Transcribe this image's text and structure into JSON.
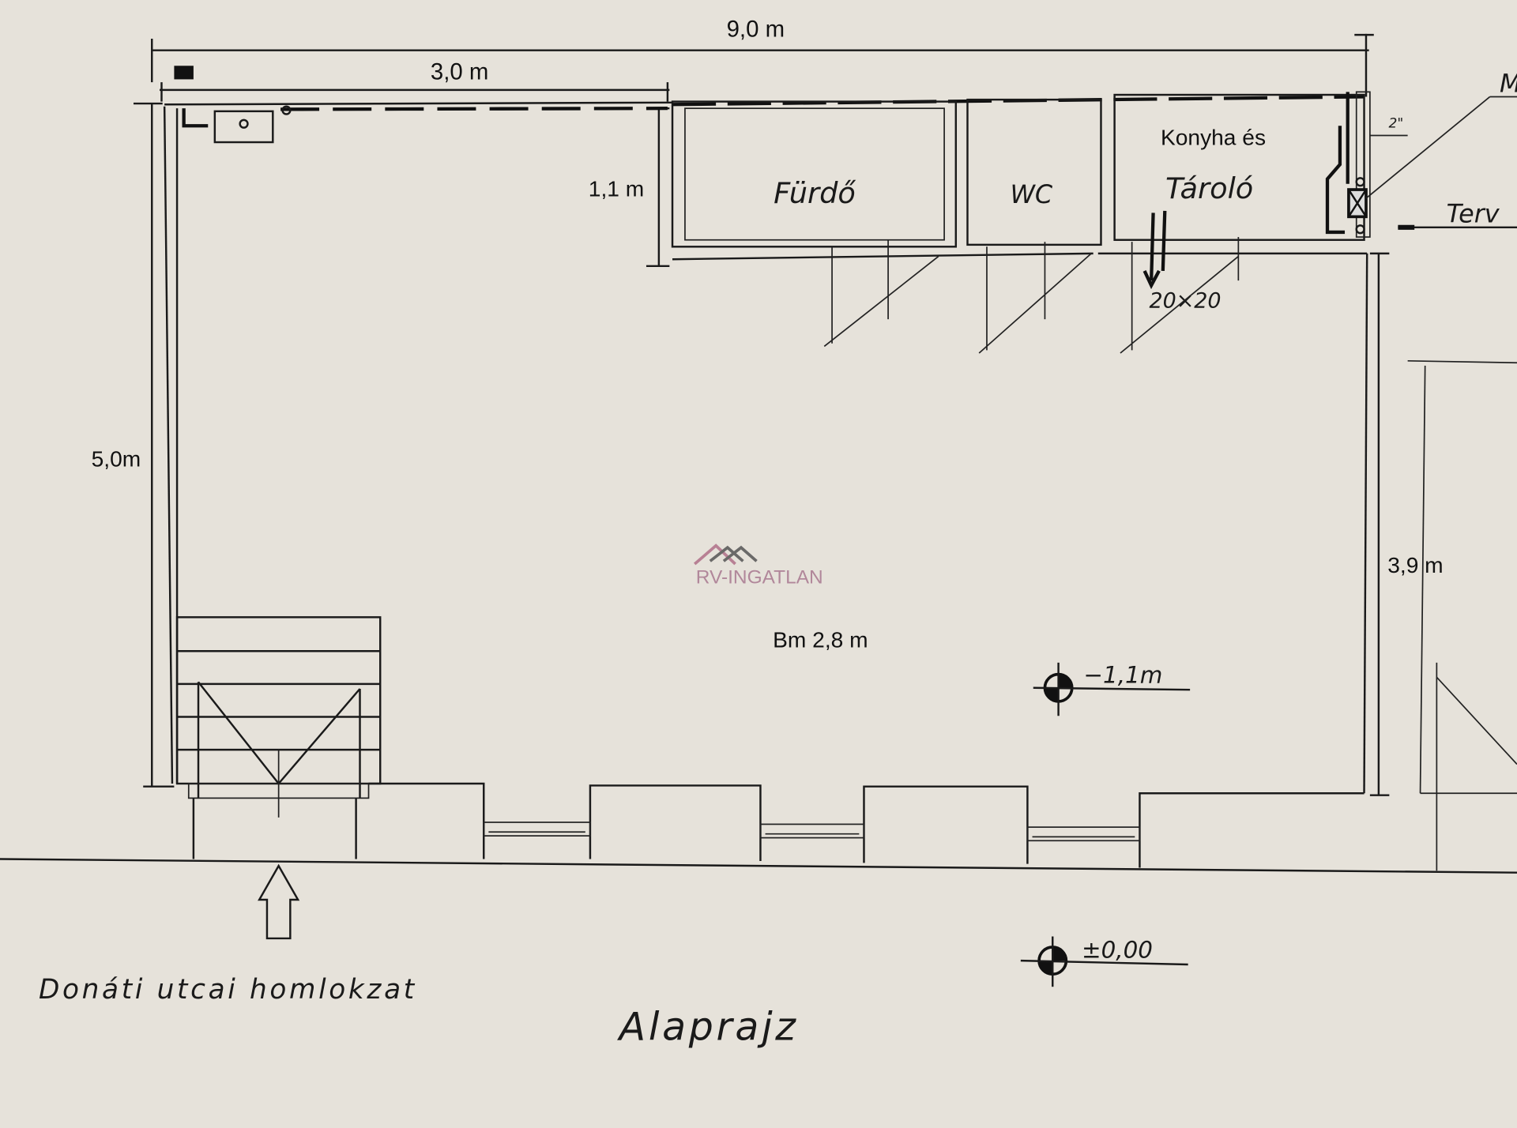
{
  "dimensions": {
    "total_width": "9,0 m",
    "partial_width": "3,0 m",
    "left_depth": "5,0m",
    "service_depth": "1,1 m",
    "right_depth": "3,9 m",
    "pipe_size": "2\""
  },
  "rooms": {
    "bathroom": "Fürdő",
    "wc": "WC",
    "kitchen_line1": "Konyha és",
    "kitchen_line2": "Tároló",
    "vent_size": "20×20",
    "main_height": "Bm 2,8 m"
  },
  "levels": {
    "floor_level": "−1,1m",
    "street_level": "±0,00"
  },
  "annotations": {
    "meter_label": "M",
    "planned_label": "Terv",
    "facade_label": "Donáti utcai homlokzat",
    "plan_title": "Alaprajz"
  },
  "watermark": {
    "text": "RV-INGATLAN",
    "roof_color_1": "#b07088",
    "roof_color_2": "#555555",
    "text_color": "#a87890"
  },
  "colors": {
    "paper": "#e6e2da",
    "ink": "#1a1a1a"
  }
}
